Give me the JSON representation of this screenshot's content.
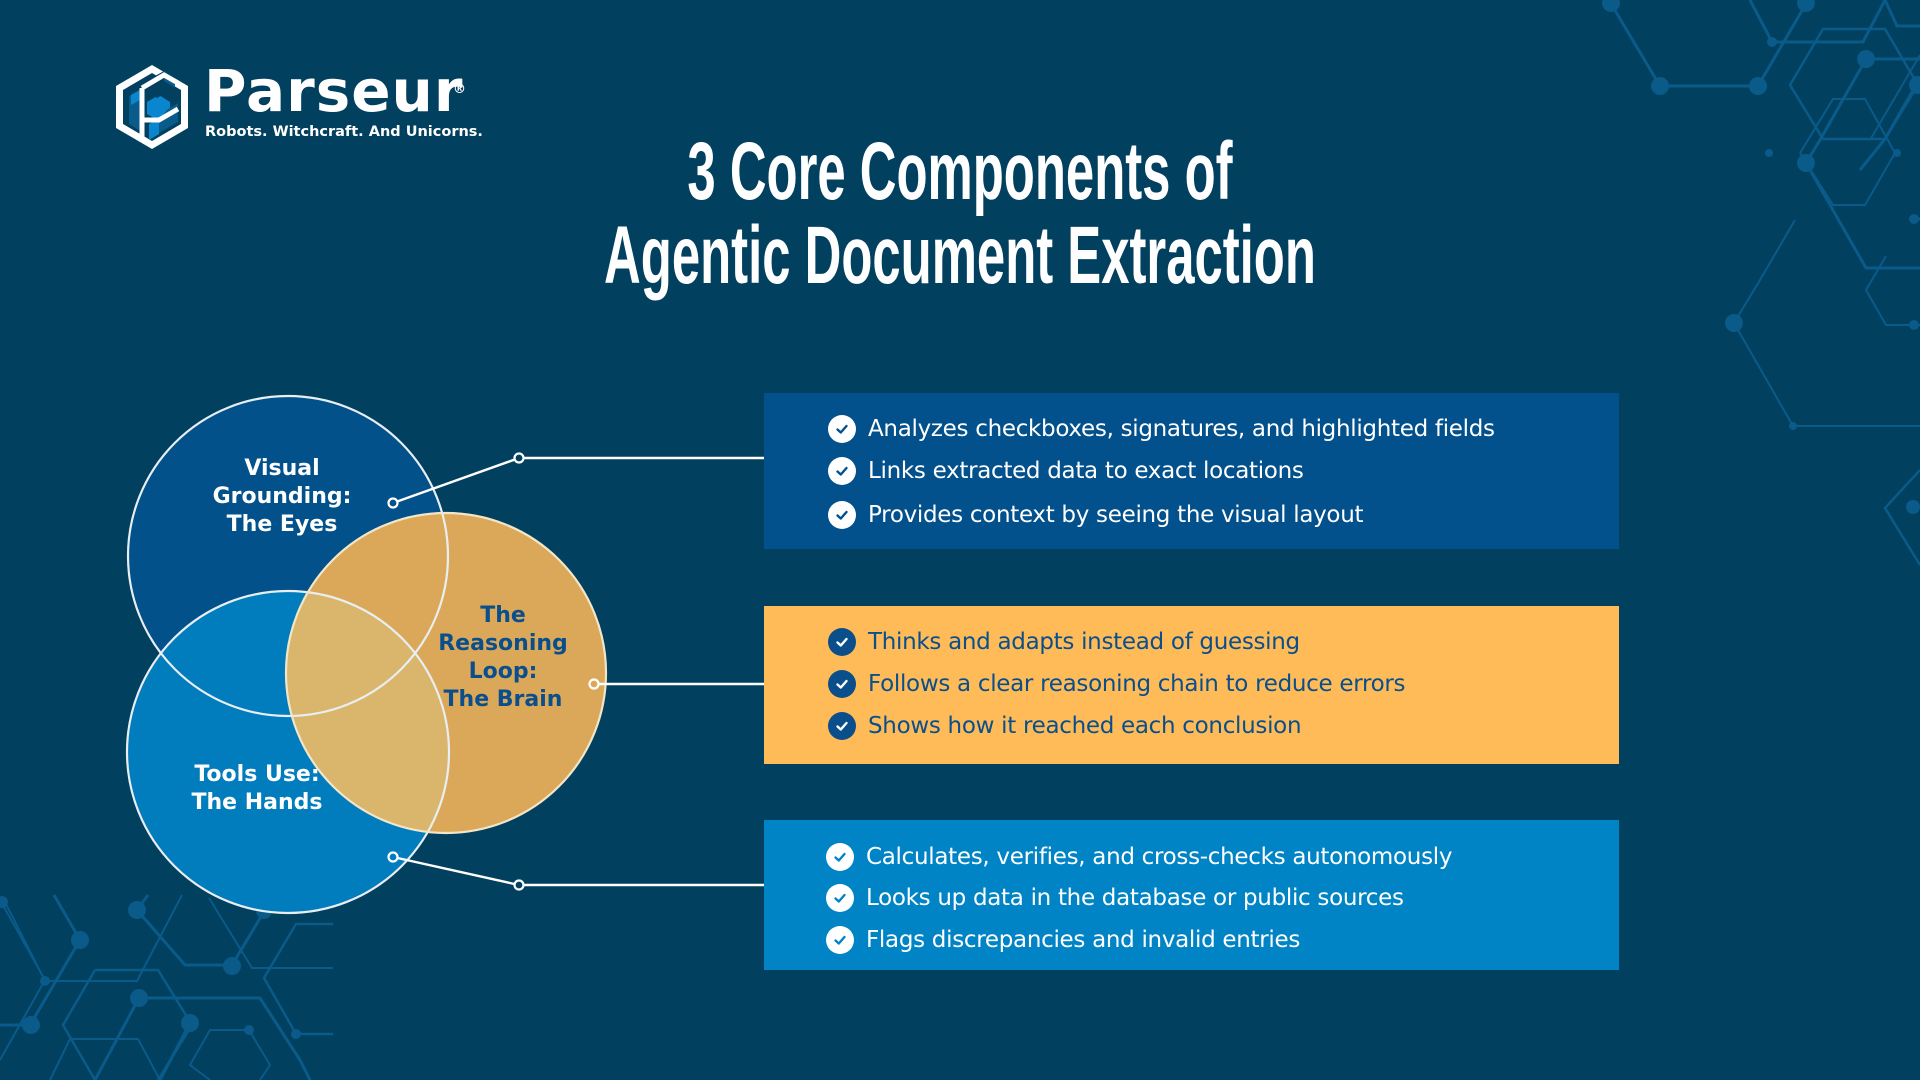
{
  "logo": {
    "name": "Parseur",
    "registered": "®",
    "tagline": "Robots. Witchcraft. And Unicorns.",
    "icon": "parseur-hexagon-logo-icon"
  },
  "title": {
    "line1": "3 Core Components of",
    "line2": "Agentic Document Extraction"
  },
  "colors": {
    "background": "#02405f",
    "decor": "#0a5a8a",
    "visual_circle": "#02518a",
    "tools_circle": "#017cbd",
    "brain_circle": "#dba85a",
    "brain_overlap": "#dab56c",
    "box_visual": "#02508c",
    "box_brain": "#febb57",
    "box_tools": "#0184c5",
    "brain_text": "#0a4f8c",
    "white": "#ffffff"
  },
  "venn": {
    "visual": {
      "lines": [
        "Visual",
        "Grounding:",
        "The Eyes"
      ]
    },
    "brain": {
      "lines": [
        "The",
        "Reasoning",
        "Loop:",
        "The Brain"
      ]
    },
    "tools": {
      "lines": [
        "Tools Use:",
        "The Hands"
      ]
    }
  },
  "components": [
    {
      "id": "visual-grounding",
      "items": [
        "Analyzes checkboxes, signatures, and highlighted fields",
        "Links extracted data to exact locations",
        "Provides context by seeing the visual layout"
      ],
      "icon": "check-circle-icon"
    },
    {
      "id": "reasoning-loop",
      "items": [
        "Thinks and adapts instead of guessing",
        "Follows a clear reasoning chain to reduce errors",
        "Shows how it reached each conclusion"
      ],
      "icon": "check-circle-icon"
    },
    {
      "id": "tools-use",
      "items": [
        "Calculates, verifies, and cross-checks autonomously",
        "Looks up data in the database or public sources",
        "Flags discrepancies and invalid entries"
      ],
      "icon": "check-circle-icon"
    }
  ]
}
